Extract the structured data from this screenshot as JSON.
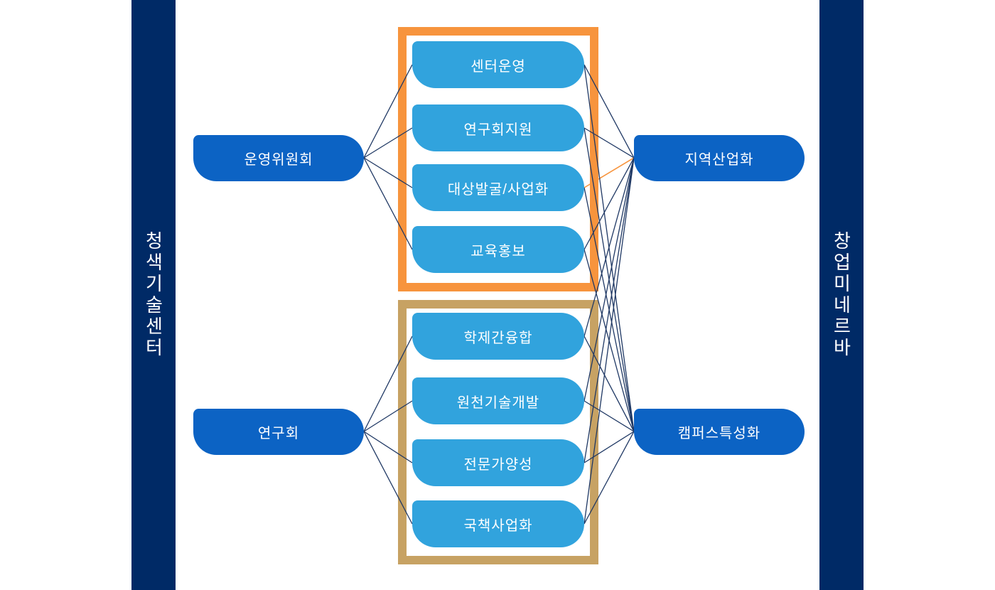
{
  "diagram": {
    "left_bar": {
      "label": "청색기술센터"
    },
    "right_bar": {
      "label": "창업미네르바"
    },
    "colors": {
      "bar_navy": "#002a66",
      "node_dark_blue": "#0c63c4",
      "node_light_blue": "#31a3dd",
      "group_top_border": "#f7943d",
      "group_bottom_border": "#c7a263",
      "edge_navy": "#1f3864",
      "edge_orange": "#f7943d"
    },
    "nodes": [
      {
        "id": "uyc",
        "label": "운영위원회"
      },
      {
        "id": "ygh",
        "label": "연구회"
      },
      {
        "id": "n1",
        "label": "센터운영"
      },
      {
        "id": "n2",
        "label": "연구회지원"
      },
      {
        "id": "n3",
        "label": "대상발굴/사업화"
      },
      {
        "id": "n4",
        "label": "교육홍보"
      },
      {
        "id": "n5",
        "label": "학제간융합"
      },
      {
        "id": "n6",
        "label": "원천기술개발"
      },
      {
        "id": "n7",
        "label": "전문가양성"
      },
      {
        "id": "n8",
        "label": "국책사업화"
      },
      {
        "id": "jiy",
        "label": "지역산업화"
      },
      {
        "id": "cam",
        "label": "캠퍼스특성화"
      }
    ],
    "edges": [
      {
        "from": "uyc",
        "to": "n1",
        "color": "navy"
      },
      {
        "from": "uyc",
        "to": "n2",
        "color": "navy"
      },
      {
        "from": "uyc",
        "to": "n3",
        "color": "navy"
      },
      {
        "from": "uyc",
        "to": "n4",
        "color": "navy"
      },
      {
        "from": "ygh",
        "to": "n5",
        "color": "navy"
      },
      {
        "from": "ygh",
        "to": "n6",
        "color": "navy"
      },
      {
        "from": "ygh",
        "to": "n7",
        "color": "navy"
      },
      {
        "from": "ygh",
        "to": "n8",
        "color": "navy"
      },
      {
        "from": "n1",
        "to": "jiy",
        "color": "navy"
      },
      {
        "from": "n2",
        "to": "jiy",
        "color": "navy"
      },
      {
        "from": "n3",
        "to": "jiy",
        "color": "orange"
      },
      {
        "from": "n4",
        "to": "jiy",
        "color": "navy"
      },
      {
        "from": "n1",
        "to": "cam",
        "color": "navy"
      },
      {
        "from": "n2",
        "to": "cam",
        "color": "navy"
      },
      {
        "from": "n3",
        "to": "cam",
        "color": "navy"
      },
      {
        "from": "n4",
        "to": "cam",
        "color": "navy"
      },
      {
        "from": "n5",
        "to": "jiy",
        "color": "navy"
      },
      {
        "from": "n6",
        "to": "jiy",
        "color": "navy"
      },
      {
        "from": "n7",
        "to": "jiy",
        "color": "navy"
      },
      {
        "from": "n8",
        "to": "jiy",
        "color": "navy"
      },
      {
        "from": "n5",
        "to": "cam",
        "color": "navy"
      },
      {
        "from": "n6",
        "to": "cam",
        "color": "navy"
      },
      {
        "from": "n7",
        "to": "cam",
        "color": "navy"
      },
      {
        "from": "n8",
        "to": "cam",
        "color": "navy"
      }
    ]
  }
}
